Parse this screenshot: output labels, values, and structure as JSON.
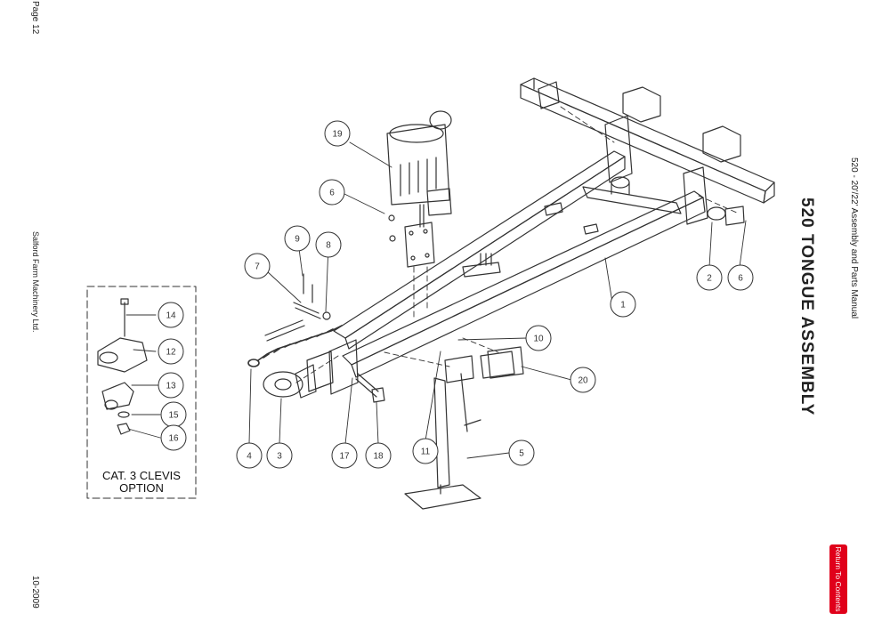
{
  "page": {
    "page_label": "Page 12",
    "company": "Salford Farm Machinery Ltd.",
    "date": "10-2009",
    "manual_title": "520 - 20'/22' Assembly and Parts Manual",
    "section_title": "520 TONGUE ASSEMBLY",
    "return_button": "Return To Contents"
  },
  "clevis_box": {
    "line1": "CAT. 3 CLEVIS",
    "line2": "OPTION"
  },
  "callouts": [
    "19",
    "6",
    "9",
    "8",
    "7",
    "14",
    "12",
    "13",
    "15",
    "16",
    "4",
    "3",
    "17",
    "18",
    "11",
    "5",
    "20",
    "10",
    "1",
    "2",
    "6"
  ]
}
